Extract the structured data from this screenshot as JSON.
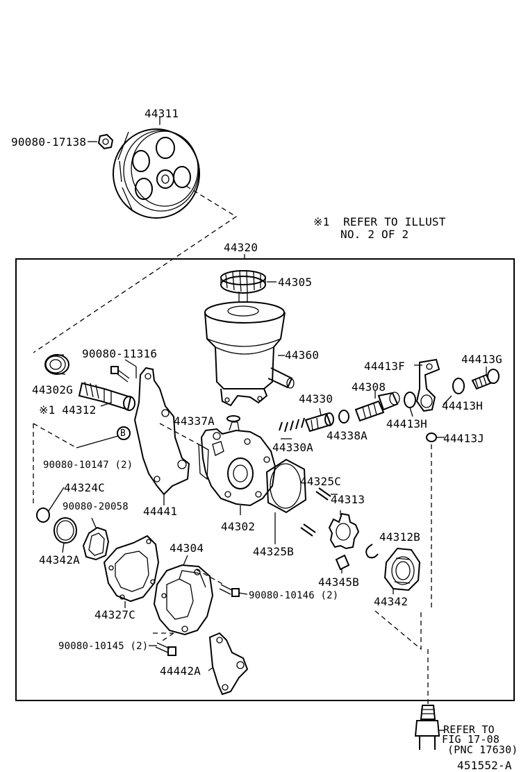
{
  "diagram": {
    "figure_id": "451552-A",
    "reference_note": [
      "※1  REFER TO ILLUST",
      "NO. 2 OF 2"
    ],
    "assembly_label": "44320",
    "refer_note": [
      "REFER TO",
      "FIG 17-08",
      "(PNC 17630)"
    ],
    "circle_marker": "B",
    "labels": {
      "p44311": "44311",
      "p9008017138": "90080-17138",
      "p44305": "44305",
      "p44360": "44360",
      "p44302G": "44302G",
      "p9008011316": "90080-11316",
      "p44312": "※1 44312",
      "p9008010147": "90080-10147 (2)",
      "p44337A": "44337A",
      "p44330": "44330",
      "p44330A": "44330A",
      "p44338A": "44338A",
      "p44308": "44308",
      "p44413F": "44413F",
      "p44413G": "44413G",
      "p44413H1": "44413H",
      "p44413H2": "44413H",
      "p44413J": "44413J",
      "p44324C": "44324C",
      "p9008020058": "90080-20058",
      "p44342A": "44342A",
      "p44441": "44441",
      "p44302": "44302",
      "p44325C": "44325C",
      "p44313": "44313",
      "p44325B": "44325B",
      "p44312B": "44312B",
      "p44345B": "44345B",
      "p44342": "44342",
      "p44304": "44304",
      "p9008010146": "90080-10146 (2)",
      "p44327C": "44327C",
      "p9008010145": "90080-10145 (2)",
      "p44442A": "44442A"
    }
  }
}
